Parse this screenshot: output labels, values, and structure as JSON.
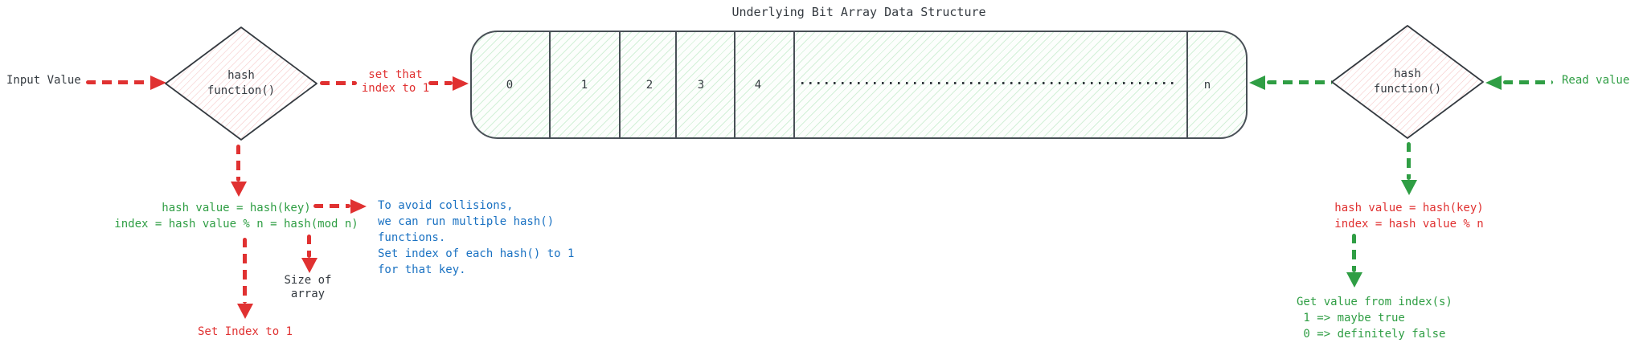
{
  "colors": {
    "red": "#e03131",
    "green": "#2f9e44",
    "blue": "#1971c2",
    "dark": "#343a40"
  },
  "bit_array": {
    "title": "Underlying Bit Array Data Structure",
    "cells": [
      "0",
      "1",
      "2",
      "3",
      "4"
    ],
    "last_cell": "n"
  },
  "write_flow": {
    "input_label": "Input Value",
    "hash_diamond": [
      "hash",
      "function()"
    ],
    "arrow_label": [
      "set that",
      "index to 1"
    ],
    "hash_calc": [
      "hash value = hash(key)",
      "index = hash value % n = hash(mod n)"
    ],
    "collision_note": [
      "To avoid collisions,",
      "we can run multiple hash()",
      "functions.",
      "Set index of each hash() to 1",
      "for that key."
    ],
    "size_label": [
      "Size of",
      "array"
    ],
    "set_index_label": "Set Index to 1"
  },
  "read_flow": {
    "read_label": "Read value",
    "hash_diamond": [
      "hash",
      "function()"
    ],
    "hash_calc": [
      "hash value = hash(key)",
      "index = hash value % n"
    ],
    "result_note": [
      "Get value from index(s)",
      " 1 => maybe true",
      " 0 => definitely false"
    ]
  }
}
